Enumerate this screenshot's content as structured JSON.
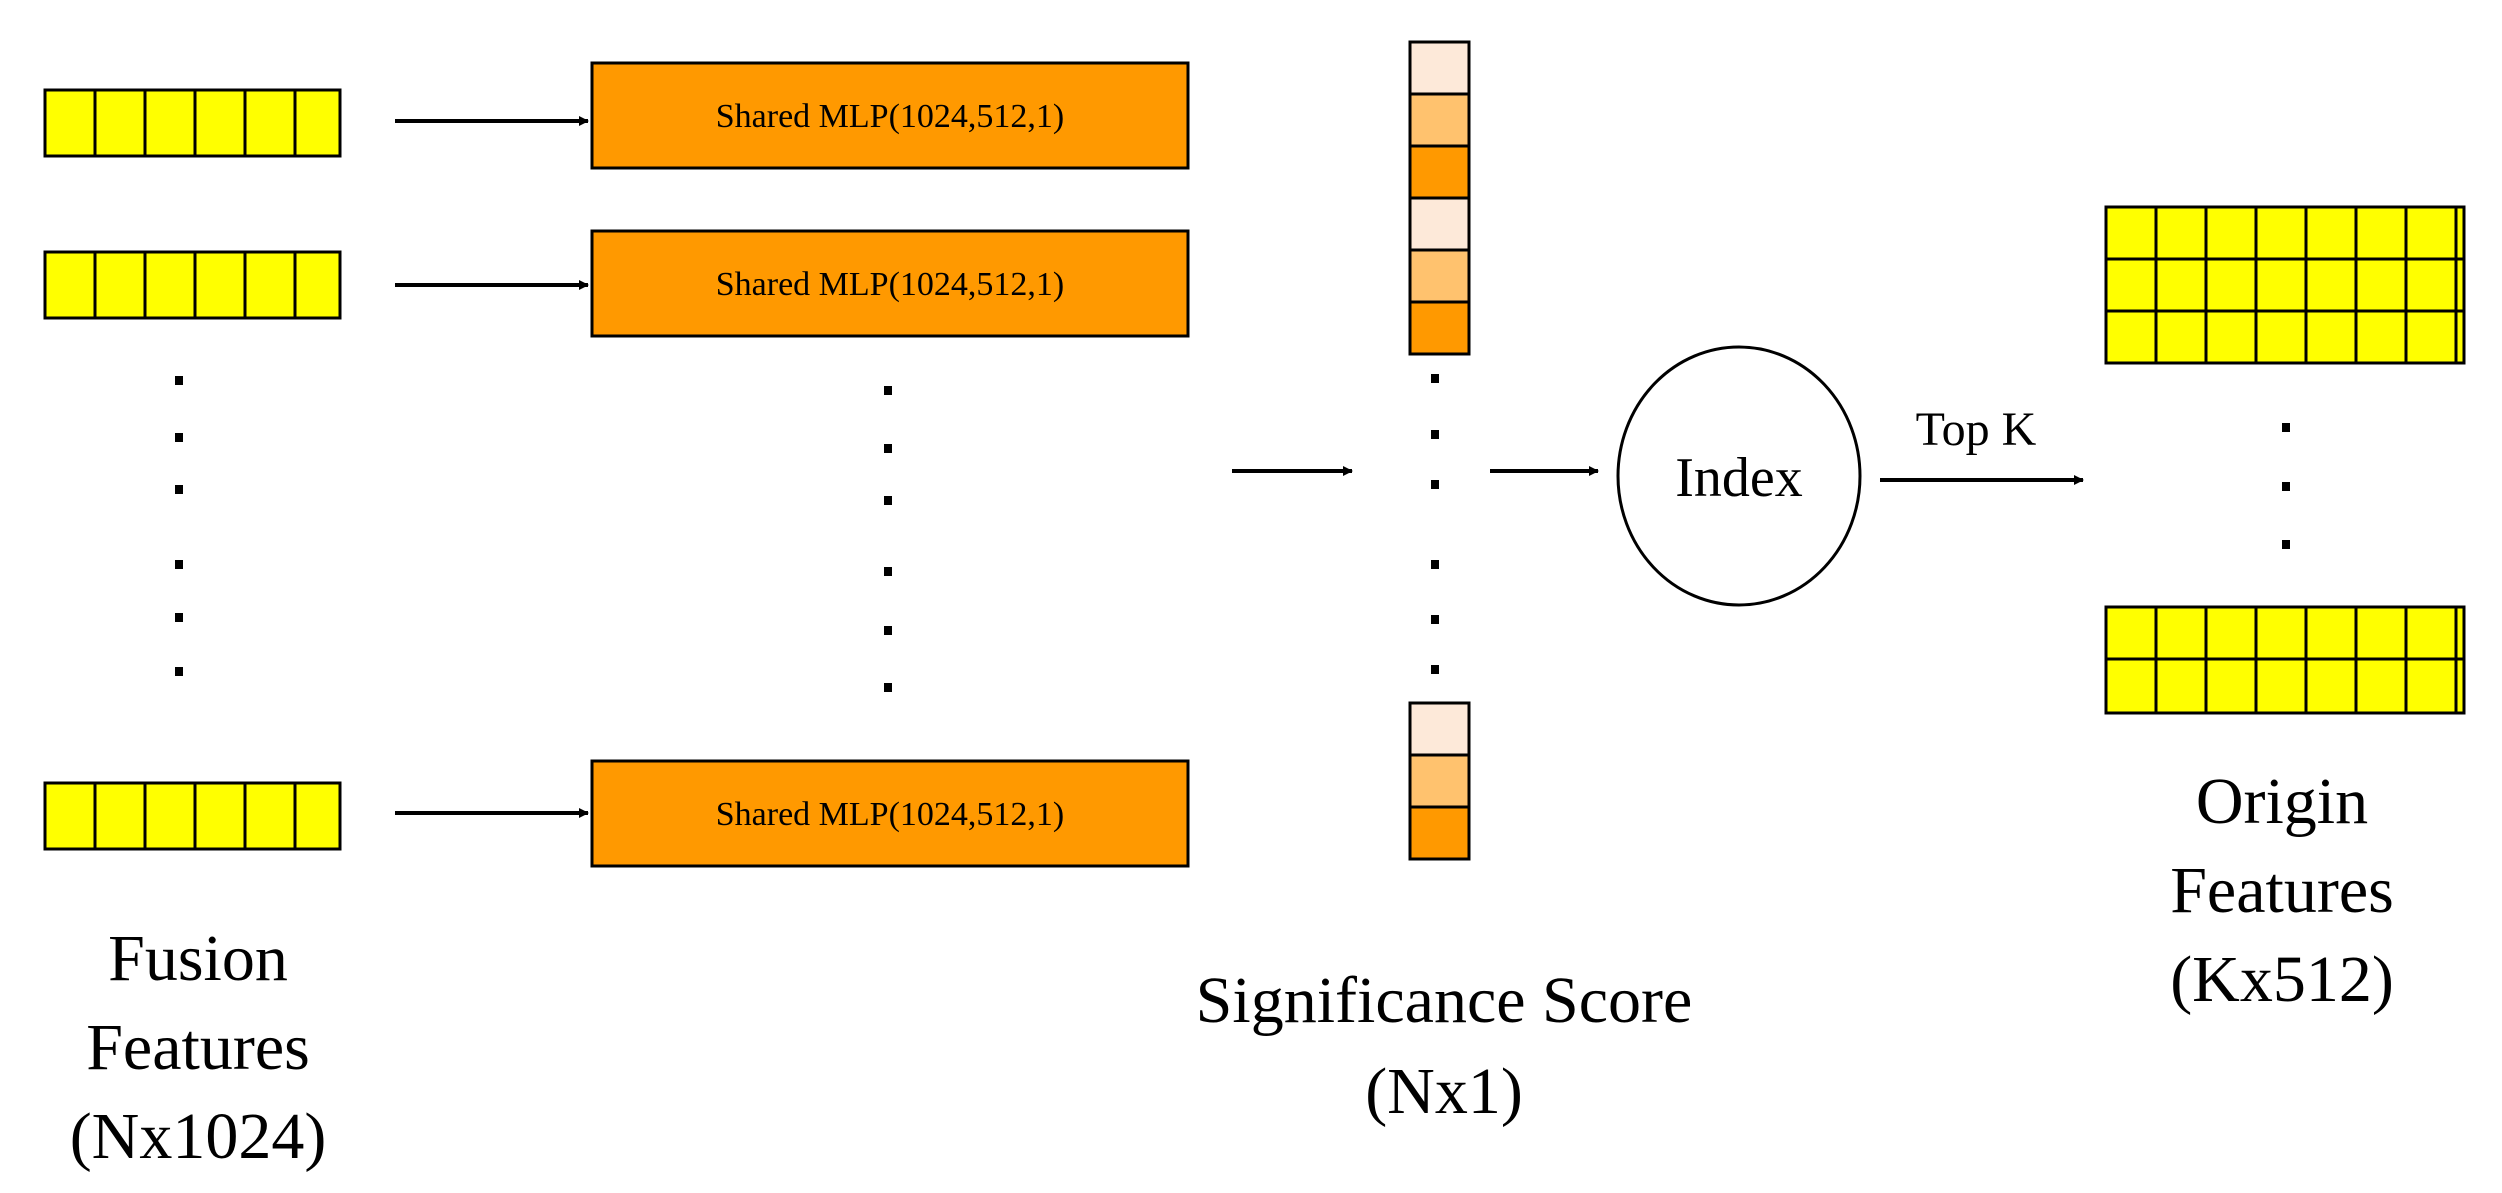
{
  "mlp_blocks": [
    {
      "label": "Shared MLP(1024,512,1)"
    },
    {
      "label": "Shared MLP(1024,512,1)"
    },
    {
      "label": "Shared MLP(1024,512,1)"
    }
  ],
  "fusion_features": {
    "line1": "Fusion",
    "line2": "Features",
    "line3": "(Nx1024)"
  },
  "significance_score": {
    "line1": "Significance Score",
    "line2": "(Nx1)"
  },
  "index_node": {
    "label": "Index"
  },
  "topk_edge": {
    "label": "Top K"
  },
  "origin_features": {
    "line1": "Origin",
    "line2": "Features",
    "line3": "(Kx512)"
  },
  "colors": {
    "feature_cell": "#ffff00",
    "mlp_box": "#ff9900",
    "score_light": "#fde9d9",
    "score_mid": "#ffc26e",
    "score_dark": "#ff9900",
    "stroke": "#000000"
  }
}
